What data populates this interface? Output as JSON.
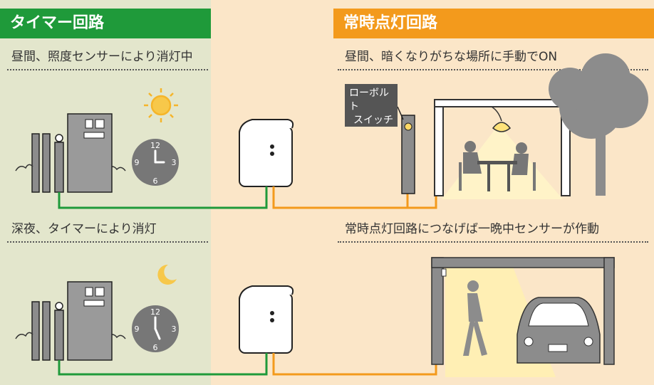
{
  "left_panel": {
    "header": "タイマー回路",
    "caption_day": "昼間、照度センサーにより消灯中",
    "caption_night": "深夜、タイマーにより消灯",
    "clock_labels": [
      "12",
      "3",
      "6",
      "9"
    ]
  },
  "right_panel": {
    "header": "常時点灯回路",
    "caption_top": "昼間、暗くなりがちな場所に手動でON",
    "caption_bottom": "常時点灯回路につなげば一晩中センサーが作動",
    "switch_label_line1": "ローボルト",
    "switch_label_line2": "スイッチ"
  },
  "colors": {
    "timer_green": "#1f9a3a",
    "constant_orange": "#f39a1c",
    "device_gray": "#8c8c8c",
    "bg_left": "#e3e6cc",
    "bg_right": "#fbe6c8"
  }
}
